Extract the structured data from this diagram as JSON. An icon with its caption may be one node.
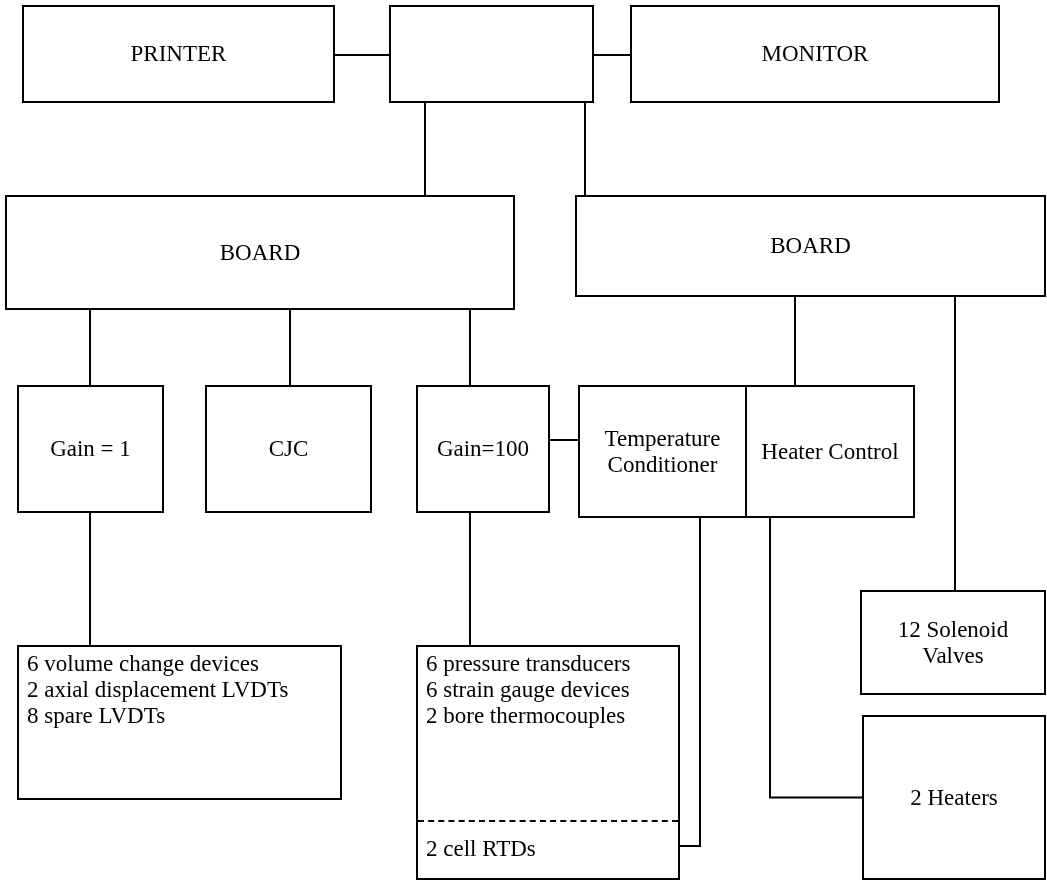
{
  "diagram": {
    "nodes": [
      {
        "text": [
          "PRINTER"
        ]
      },
      {
        "text": [],
        "shape": "box"
      },
      {
        "text": [
          "MONITOR"
        ]
      },
      {
        "text": [
          "BOARD"
        ]
      },
      {
        "text": [
          "BOARD"
        ]
      },
      {
        "text": [
          "Gain = 1"
        ]
      },
      {
        "text": [
          "CJC"
        ]
      },
      {
        "text": [
          "Gain=100"
        ]
      },
      {
        "text": [
          "Temperature Conditioner"
        ]
      },
      {
        "text": [
          "Heater Control"
        ]
      },
      {
        "text": [
          "6 volume change devices",
          "2 axial displacement LVDTs",
          "8 spare LVDTs"
        ]
      },
      {
        "text": [
          "6 pressure transducers",
          "6 strain gauge devices",
          "2 bore thermocouples"
        ]
      },
      {
        "text": [
          "2 cell RTDs"
        ],
        "in": 11
      },
      {
        "text": [
          "12 Solenoid Valves"
        ]
      },
      {
        "text": [
          "2 Heaters"
        ]
      }
    ],
    "edges": [
      {
        "from": 0,
        "to": 1,
        "arrow": "none"
      },
      {
        "from": 1,
        "to": 2,
        "arrow": "none"
      },
      {
        "from": 1,
        "to": 3,
        "arrow": "none"
      },
      {
        "from": 1,
        "to": 4,
        "arrow": "none"
      },
      {
        "from": 3,
        "to": 5,
        "arrow": "none"
      },
      {
        "from": 3,
        "to": 6,
        "arrow": "none"
      },
      {
        "from": 3,
        "to": 7,
        "arrow": "none"
      },
      {
        "from": 4,
        "to": 9,
        "arrow": "none"
      },
      {
        "from": 4,
        "to": 13,
        "arrow": "none"
      },
      {
        "from": 7,
        "to": 8,
        "arrow": "none"
      },
      {
        "from": 5,
        "to": 10,
        "arrow": "none"
      },
      {
        "from": 7,
        "to": 11,
        "arrow": "none"
      },
      {
        "from": 8,
        "to": 12,
        "arrow": "none"
      },
      {
        "from": 9,
        "to": 14,
        "arrow": "none"
      }
    ]
  }
}
